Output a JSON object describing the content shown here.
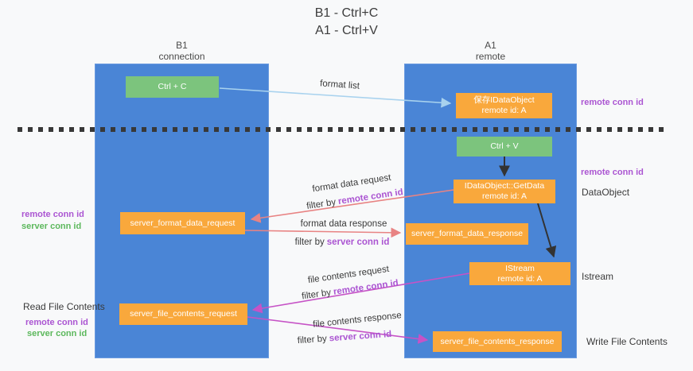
{
  "title": {
    "line1": "B1 - Ctrl+C",
    "line2": "A1 - Ctrl+V"
  },
  "lanes": {
    "b1": {
      "name": "B1",
      "subtitle": "connection"
    },
    "a1": {
      "name": "A1",
      "subtitle": "remote"
    }
  },
  "nodes": {
    "ctrl_c": {
      "label": "Ctrl + C"
    },
    "save_dataobject": {
      "line1": "保存IDataObject",
      "line2": "remote id: A"
    },
    "ctrl_v": {
      "label": "Ctrl + V"
    },
    "getdata": {
      "line1": "IDataObject::GetData",
      "line2": "remote id: A"
    },
    "server_format_data_request": {
      "label": "server_format_data_request"
    },
    "server_format_data_response": {
      "label": "server_format_data_response"
    },
    "istream": {
      "line1": "IStream",
      "line2": "remote id: A"
    },
    "server_file_contents_request": {
      "label": "server_file_contents_request"
    },
    "server_file_contents_response": {
      "label": "server_file_contents_response"
    }
  },
  "edges": {
    "format_list": {
      "label": "format list"
    },
    "format_data_request": {
      "label": "format data request",
      "filter_prefix": "filter by",
      "filter_key": "remote conn id"
    },
    "format_data_response": {
      "label": "format data response",
      "filter_prefix": "filter by",
      "filter_key": "server conn id"
    },
    "file_contents_request": {
      "label": "file contents request",
      "filter_prefix": "filter by",
      "filter_key": "remote conn id"
    },
    "file_contents_response": {
      "label": "file contents response",
      "filter_prefix": "filter by",
      "filter_key": "server conn id"
    }
  },
  "annotations": {
    "remote_conn_id": "remote conn id",
    "server_conn_id": "server conn id",
    "dataobject": "DataObject",
    "istream": "Istream",
    "read_file_contents": "Read File Contents",
    "write_file_contents": "Write File Contents"
  },
  "colors": {
    "lane_blue": "#4a85d6",
    "node_green": "#7cc47d",
    "node_orange": "#f9a83c",
    "arrow_light_blue": "#a8d2ee",
    "arrow_salmon": "#e88383",
    "arrow_magenta": "#c653c6",
    "arrow_black": "#333333",
    "text_purple": "#ab55d2",
    "text_green": "#5cb85c"
  }
}
